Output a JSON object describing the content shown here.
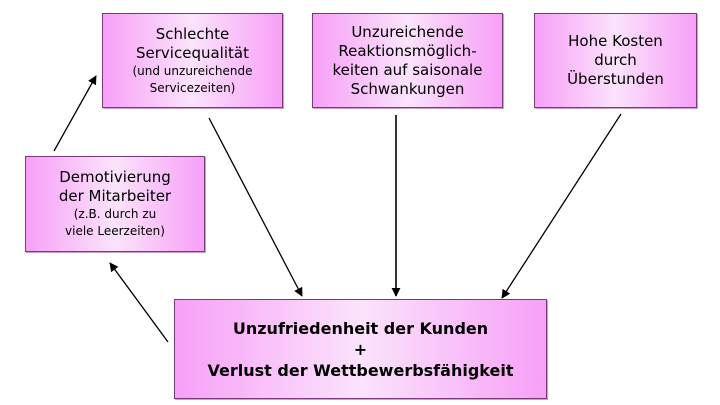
{
  "boxes": {
    "service": {
      "lines": [
        "Schlechte",
        "Servicequalität"
      ],
      "sub_lines": [
        "(und unzureichende",
        "Servicezeiten)"
      ]
    },
    "reaction": {
      "lines": [
        "Unzureichende",
        "Reaktionsmöglich-",
        "keiten auf saisonale",
        "Schwankungen"
      ]
    },
    "costs": {
      "lines": [
        "Hohe Kosten",
        "durch",
        "Überstunden"
      ]
    },
    "demotivation": {
      "lines": [
        "Demotivierung",
        "der Mitarbeiter"
      ],
      "sub_lines": [
        "(z.B. durch zu",
        "viele Leerzeiten)"
      ]
    },
    "result": {
      "lines": [
        "Unzufriedenheit der Kunden",
        "+",
        "Verlust der Wettbewerbsfähigkeit"
      ]
    }
  },
  "colors": {
    "box_fill": "#f7a0f7",
    "box_gradient_center": "#fbe3fb",
    "arrow": "#000000"
  }
}
